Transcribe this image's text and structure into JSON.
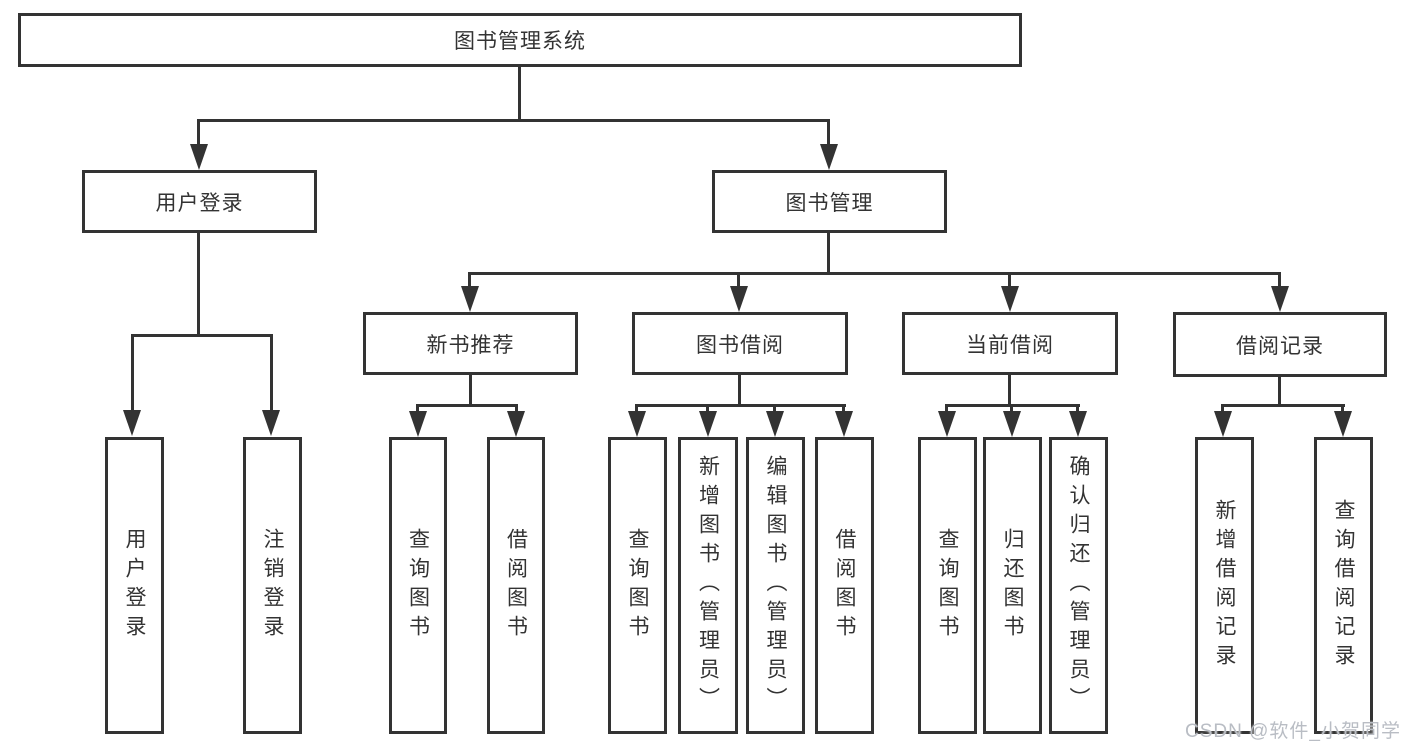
{
  "title": "图书管理系统",
  "level2": {
    "user_login": "用户登录",
    "book_mgmt": "图书管理"
  },
  "level3": {
    "new_book": "新书推荐",
    "book_borrow": "图书借阅",
    "current_borrow": "当前借阅",
    "borrow_record": "借阅记录"
  },
  "leaves": {
    "user_login_leaf": "用户登录",
    "logout": "注销登录",
    "nb_query": "查询图书",
    "nb_borrow": "借阅图书",
    "bb_query": "查询图书",
    "bb_add": "新增图书（管理员）",
    "bb_edit": "编辑图书（管理员）",
    "bb_borrow": "借阅图书",
    "cb_query": "查询图书",
    "cb_return": "归还图书",
    "cb_confirm": "确认归还（管理员）",
    "br_add": "新增借阅记录",
    "br_query": "查询借阅记录"
  },
  "watermark": "CSDN @软件_小贺同学",
  "colors": {
    "line": "#333333",
    "text": "#333333",
    "watermark": "#b9bdc4",
    "background": "#ffffff"
  }
}
